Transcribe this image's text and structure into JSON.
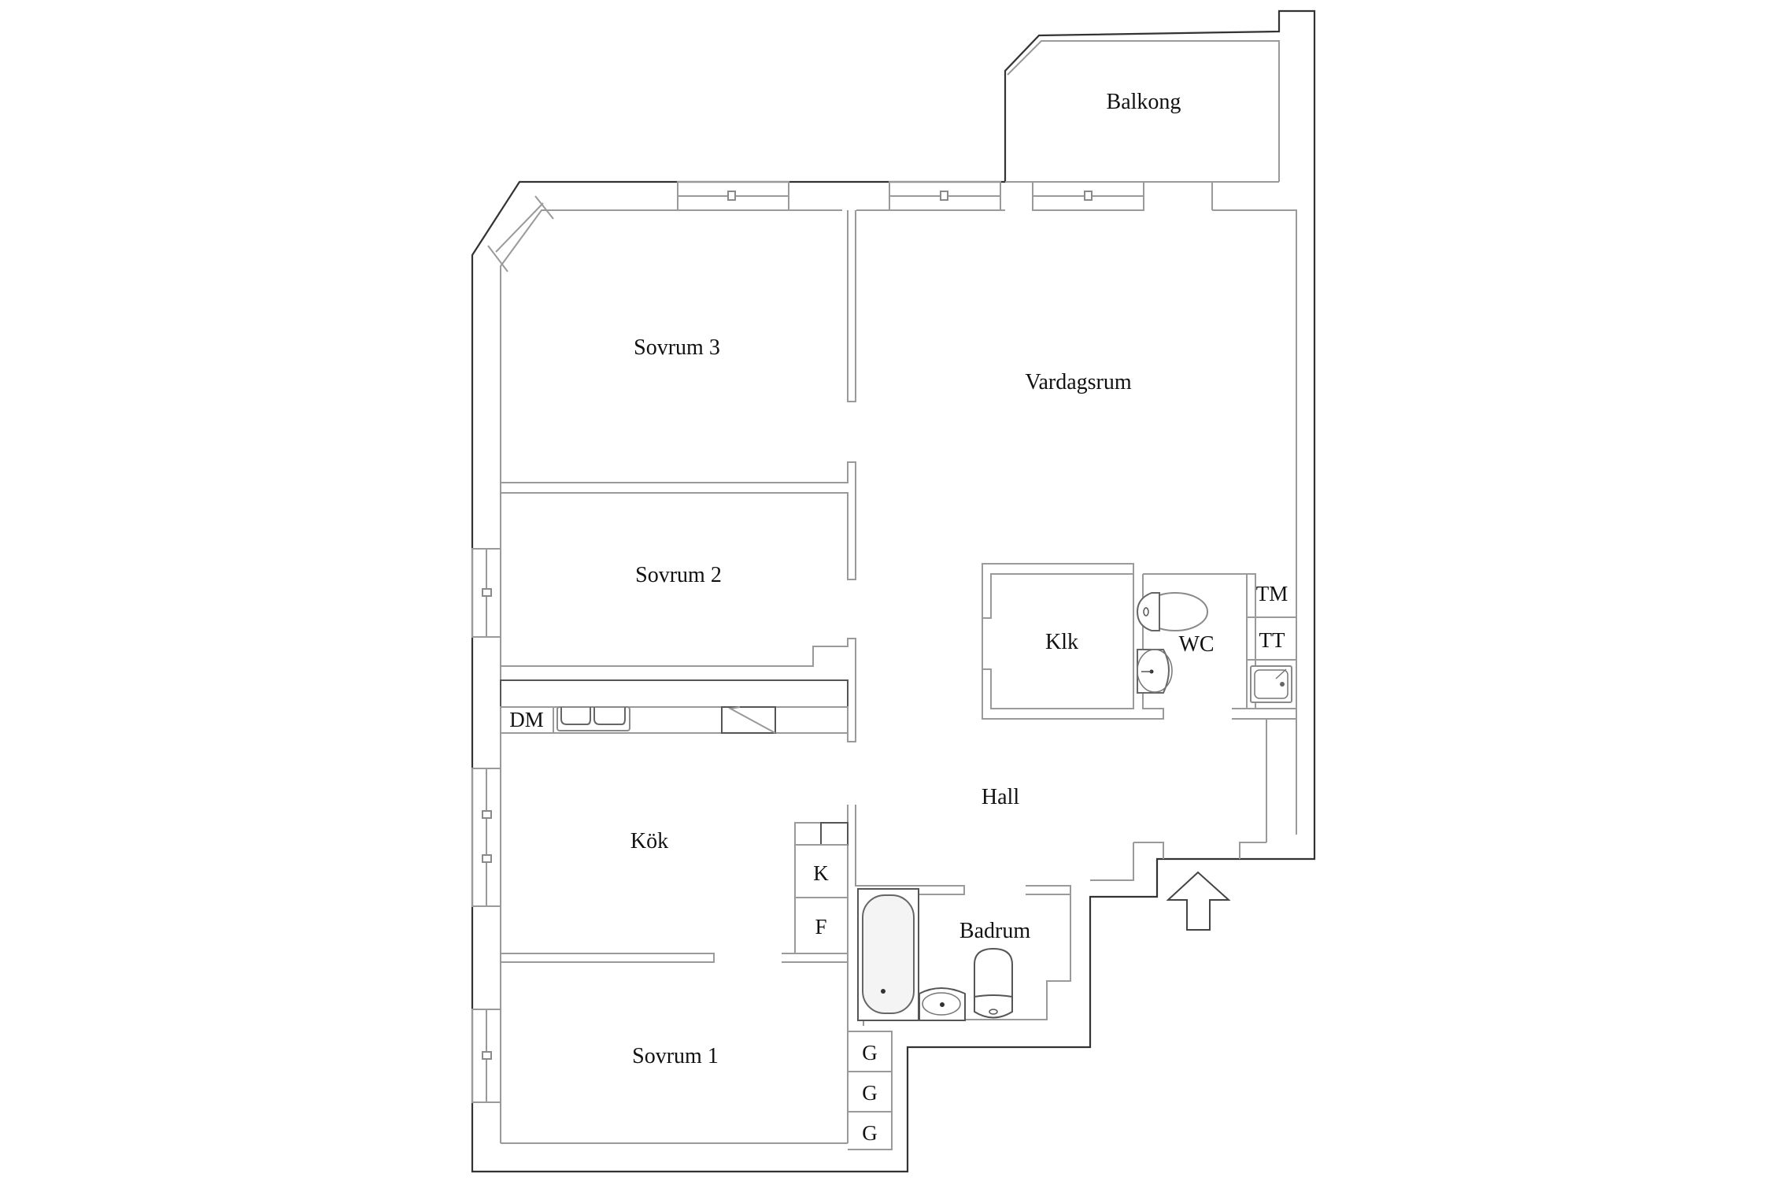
{
  "floorplan": {
    "rooms": {
      "balkong": "Balkong",
      "sovrum3": "Sovrum 3",
      "vardagsrum": "Vardagsrum",
      "sovrum2": "Sovrum 2",
      "klk": "Klk",
      "wc": "WC",
      "kok": "Kök",
      "hall": "Hall",
      "badrum": "Badrum",
      "sovrum1": "Sovrum 1"
    },
    "fixtures": {
      "dm": "DM",
      "tm": "TM",
      "tt": "TT",
      "k": "K",
      "f": "F",
      "g1": "G",
      "g2": "G",
      "g3": "G"
    },
    "icons": {
      "entrance": "entrance-arrow-icon",
      "bathtub": "bathtub-icon",
      "toilet": "toilet-icon",
      "sink": "sink-icon",
      "kitchen_sink": "kitchen-sink-icon",
      "stove": "stove-icon",
      "window": "window-icon"
    },
    "colors": {
      "outer_wall": "#333333",
      "inner_wall": "#9a9a9a",
      "background": "#ffffff",
      "text": "#111111"
    }
  }
}
